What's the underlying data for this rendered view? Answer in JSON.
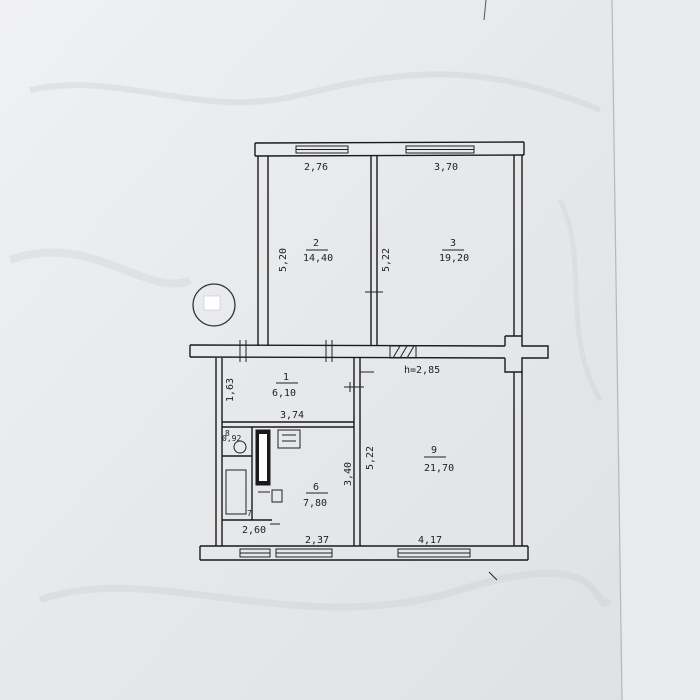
{
  "colors": {
    "paper": "#ecedef",
    "paper_shadow": "#d2d4d8",
    "ink": "#1a1a1a",
    "stamp": "#333333",
    "background": "#ffffff"
  },
  "plan": {
    "rooms": [
      {
        "number": "1",
        "area": "6,10"
      },
      {
        "number": "2",
        "area": "14,40"
      },
      {
        "number": "3",
        "area": "19,20"
      },
      {
        "number": "6",
        "area": "7,80"
      },
      {
        "number": "7",
        "area": "2,60"
      },
      {
        "number": "8",
        "area": "0,92"
      },
      {
        "number": "9",
        "area": "21,70"
      }
    ],
    "dimensions": {
      "room2_top": "2,76",
      "room3_top": "3,70",
      "room2_left": "5,20",
      "room3_left": "5,22",
      "room1_left": "1,63",
      "room1_bottom": "3,74",
      "room6_right": "3,40",
      "room9_left": "5,22",
      "bottom_left": "2,37",
      "bottom_right": "4,17"
    },
    "height_note": "h=2,85"
  },
  "stamp_icon": "circle-stamp-icon"
}
